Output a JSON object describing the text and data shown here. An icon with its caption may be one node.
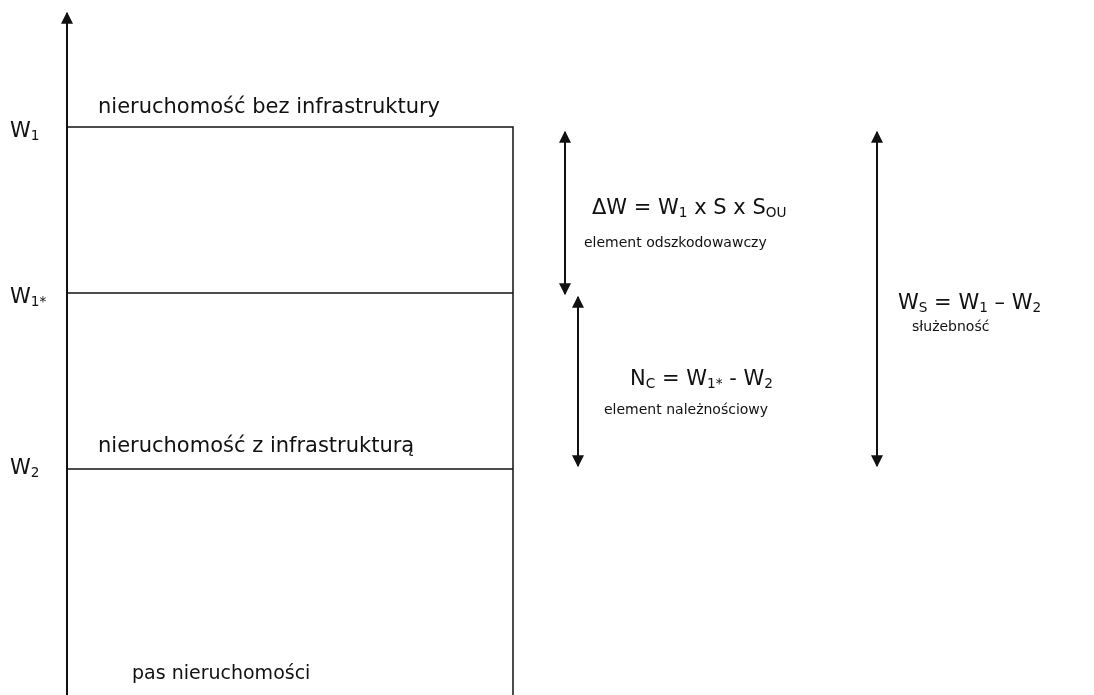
{
  "diagram": {
    "labels": [
      "nieruchomość bez infrastruktury",
      "W$_{1}$",
      "ΔW = W$_{1}$ x S x S$_{OU}$",
      "element odszkodowawczy",
      "W$_{1*}$",
      "W$_{S}$ = W$_{1}$ – W$_{2}$",
      "służebność",
      "N$_{C}$ = W$_{1*}$ - W$_{2}$",
      "element należnościowy",
      "nieruchomość z infrastrukturą",
      "W$_{2}$",
      "pas nieruchomości"
    ]
  }
}
